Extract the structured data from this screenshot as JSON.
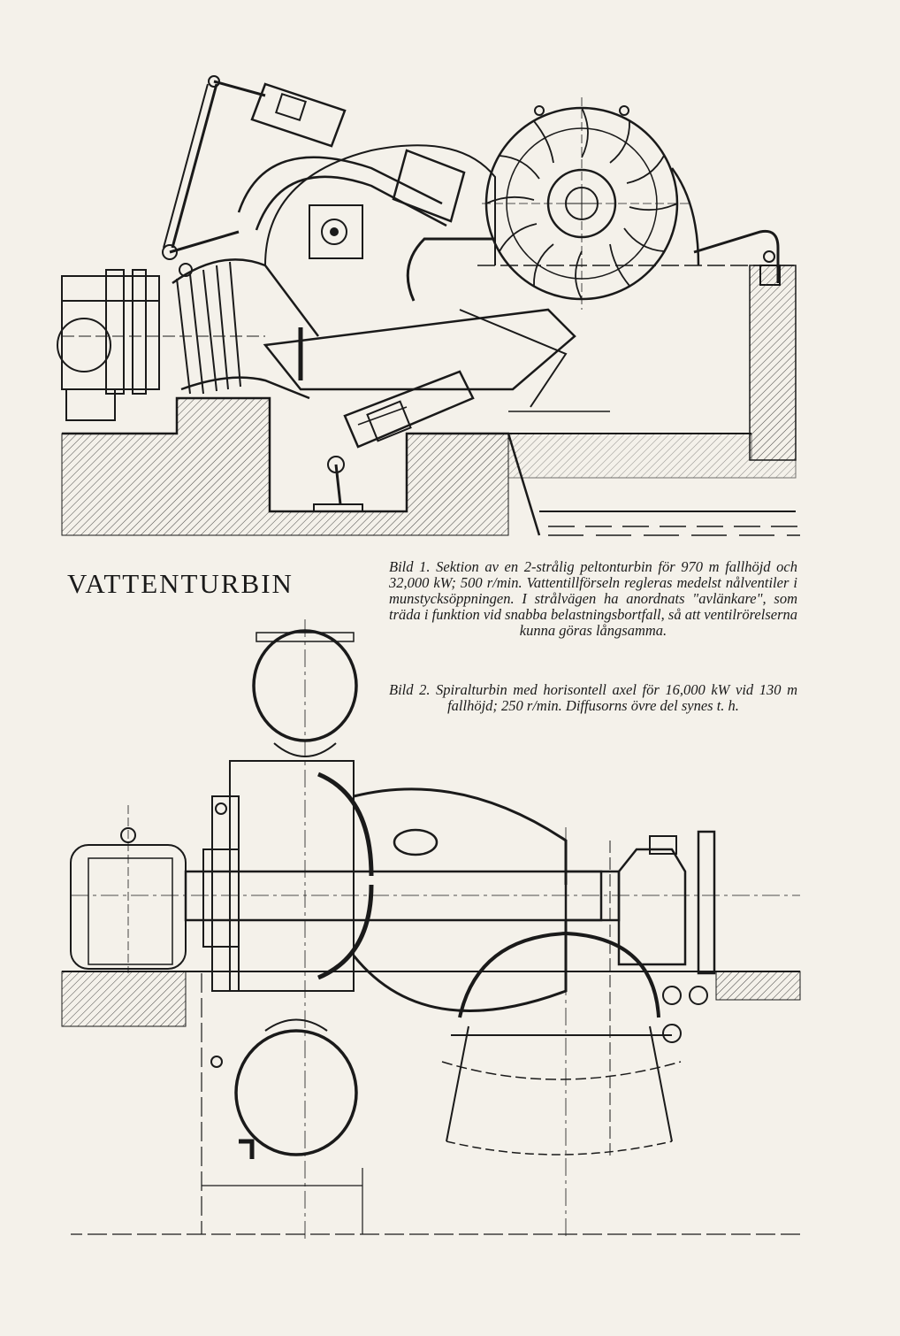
{
  "page": {
    "title": "VATTENTURBIN",
    "captions": [
      "Bild 1. Sektion av en 2-strålig peltonturbin för 970 m fallhöjd och 32,000 kW; 500 r/min. Vattentillförseln regleras medelst nålventiler i munstycksöppningen. I strålvägen ha anordnats \"avlänkare\", som träda i funktion vid snabba belastningsbortfall, så att ventilrörelserna kunna göras långsamma.",
      "Bild 2. Spiralturbin med horisontell axel för 16,000 kW vid 130 m fallhöjd; 250 r/min. Diffusorns övre del synes t. h."
    ]
  },
  "colors": {
    "paper": "#f4f1ea",
    "ink": "#1a1a1a"
  }
}
